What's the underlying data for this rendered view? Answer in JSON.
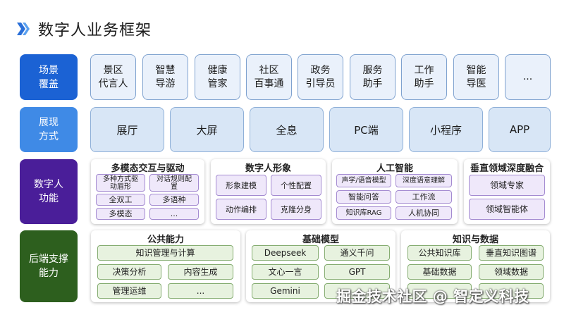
{
  "title": "数字人业务框架",
  "row_labels": [
    "场景\n覆盖",
    "展现\n方式",
    "数字人\n功能",
    "后端支撑\n能力"
  ],
  "scenes": [
    "景区\n代言人",
    "智慧\n导游",
    "健康\n管家",
    "社区\n百事通",
    "政务\n引导员",
    "服务\n助手",
    "工作\n助手",
    "智能\n导医",
    "..."
  ],
  "presentations": [
    "展厅",
    "大屏",
    "全息",
    "PC端",
    "小程序",
    "APP"
  ],
  "functions": [
    {
      "title": "多模态交互与驱动",
      "items": [
        "多种方式驱\n动唇形",
        "对话规则配\n置",
        "全双工",
        "多语种",
        "多模态",
        "..."
      ]
    },
    {
      "title": "数字人形象",
      "items": [
        "形象建模",
        "个性配置",
        "动作编排",
        "克隆分身"
      ]
    },
    {
      "title": "人工智能",
      "items": [
        "声学/语音模型",
        "深度语意理解",
        "智能问答",
        "工作流",
        "知识库RAG",
        "人机协同"
      ]
    },
    {
      "title": "垂直领域深度融合",
      "items": [
        "领域专家",
        "领域智能体"
      ]
    }
  ],
  "backend": [
    {
      "title": "公共能力",
      "items": [
        "知识管理与计算",
        "决策分析",
        "内容生成",
        "管理运维",
        "..."
      ]
    },
    {
      "title": "基础模型",
      "items": [
        "Deepseek",
        "通义千问",
        "文心一言",
        "GPT",
        "Gemini"
      ]
    },
    {
      "title": "知识与数据",
      "items": [
        "公共知识库",
        "垂直知识图谱",
        "基础数据",
        "领域数据"
      ]
    }
  ],
  "watermark": "掘金技术社区 @ 智定义科技",
  "colors": {
    "scene_row": "#1b62d4",
    "presentation_row": "#3f8ae6",
    "function_row": "#4a1e99",
    "backend_row": "#2d5f1e"
  }
}
